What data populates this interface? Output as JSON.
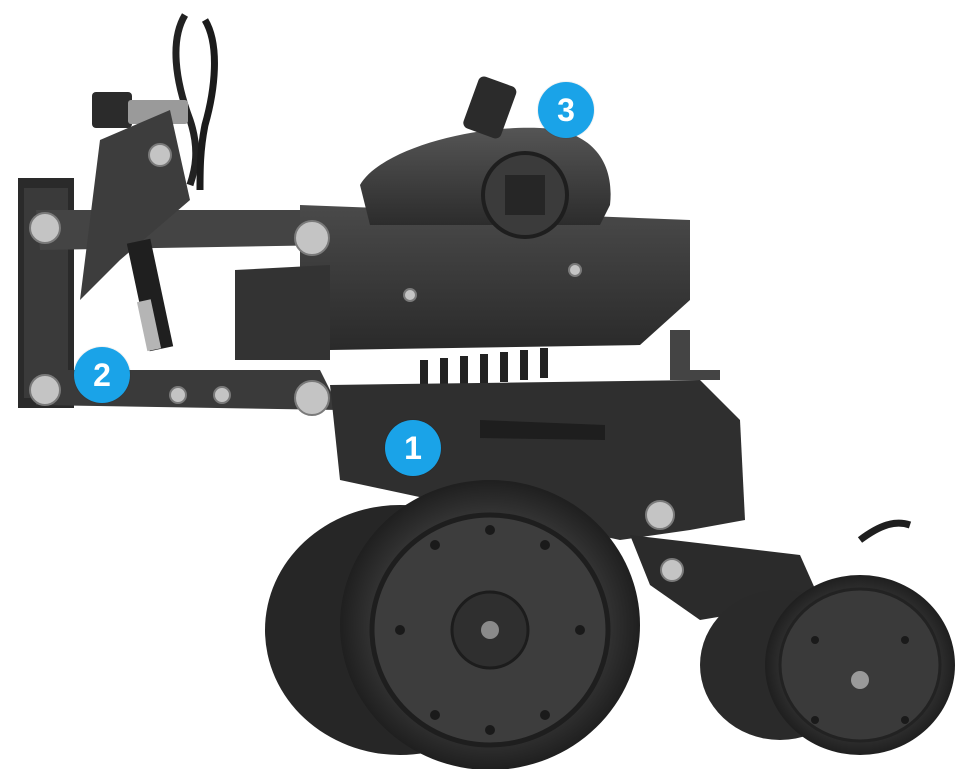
{
  "callouts": [
    {
      "label": "1"
    },
    {
      "label": "2"
    },
    {
      "label": "3"
    }
  ],
  "colors": {
    "callout_fill": "#1aa3e8",
    "callout_text": "#ffffff",
    "background": "#ffffff"
  },
  "icons": {
    "machine": "planter-row-unit-icon"
  }
}
